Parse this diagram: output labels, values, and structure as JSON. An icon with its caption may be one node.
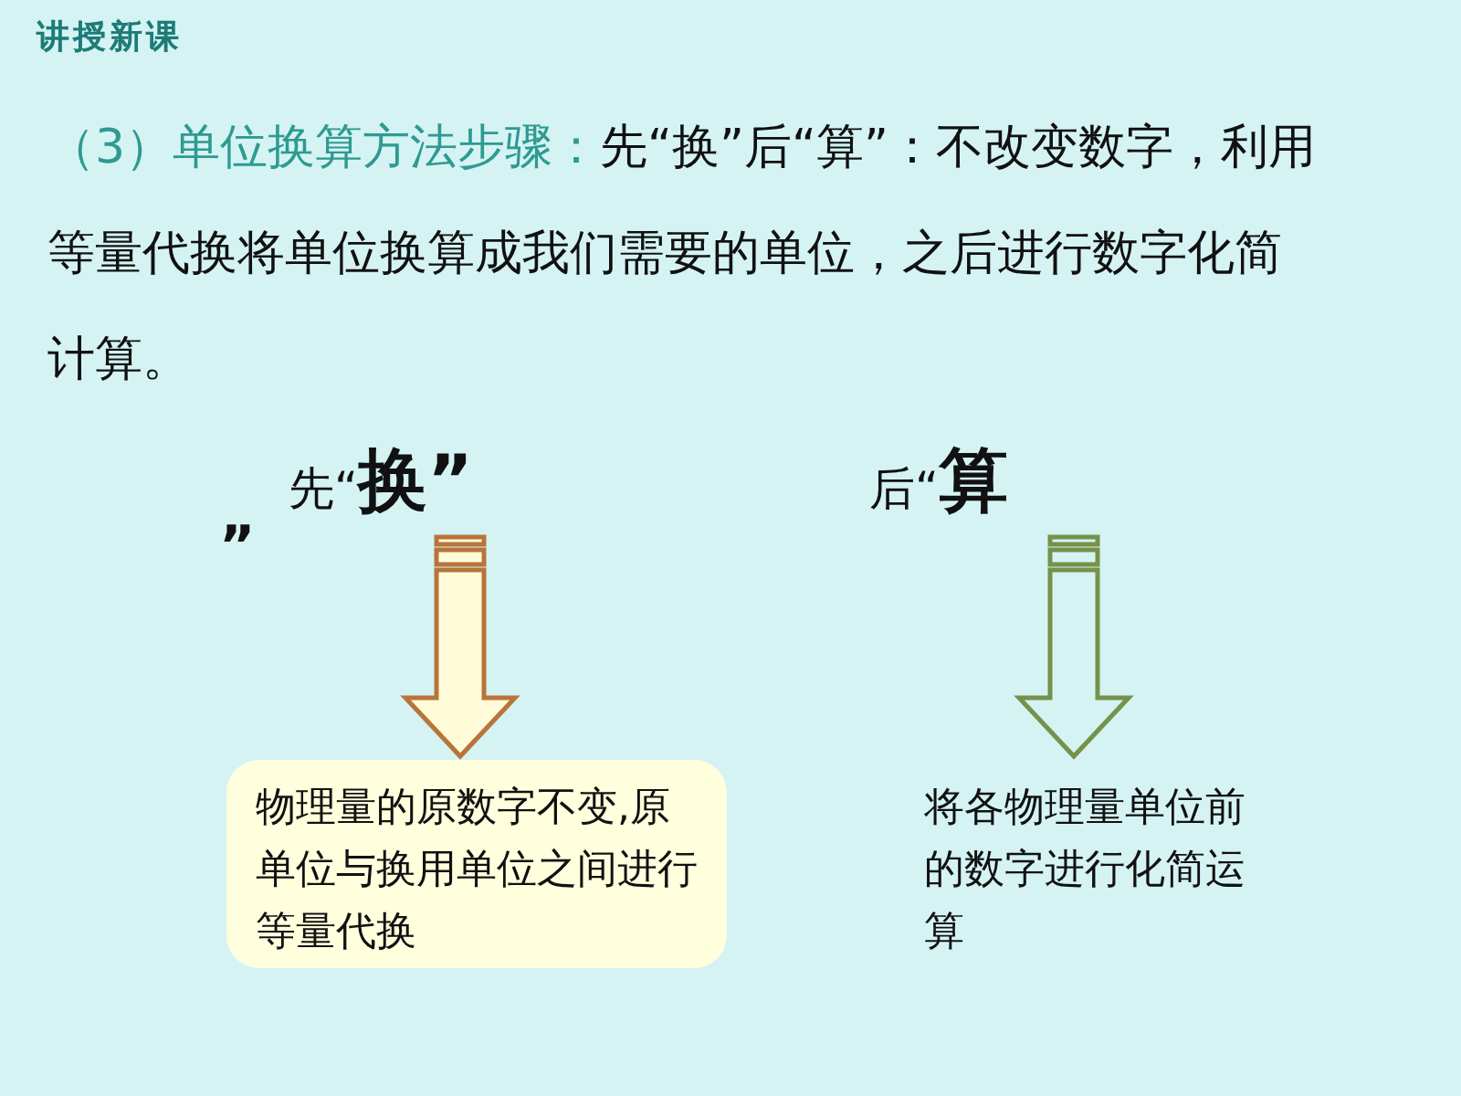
{
  "diagram": {
    "title": "讲授新课",
    "nodes": [
      {
        "text": [
          "先“换”"
        ]
      },
      {
        "text": [
          "后“算"
        ]
      },
      {
        "text": [
          "物理量的原数字不变,原单位与换用单位之间进行等量代换"
        ]
      },
      {
        "text": [
          "将各物理量单位前的数字进行化简运算"
        ]
      }
    ],
    "edges": [
      {
        "from": 0,
        "to": 2,
        "arrow": "to",
        "style": "thick",
        "color": "#b8743a"
      },
      {
        "from": 1,
        "to": 3,
        "arrow": "to",
        "style": "thick",
        "color": "#76924a"
      }
    ],
    "labels": [
      "（3）单位换算方法步骤：",
      "先“换”后“算”：不改变数字，利用等量代换将单位换算成我们需要的单位，之后进行数字化简计算。",
      "”"
    ]
  }
}
